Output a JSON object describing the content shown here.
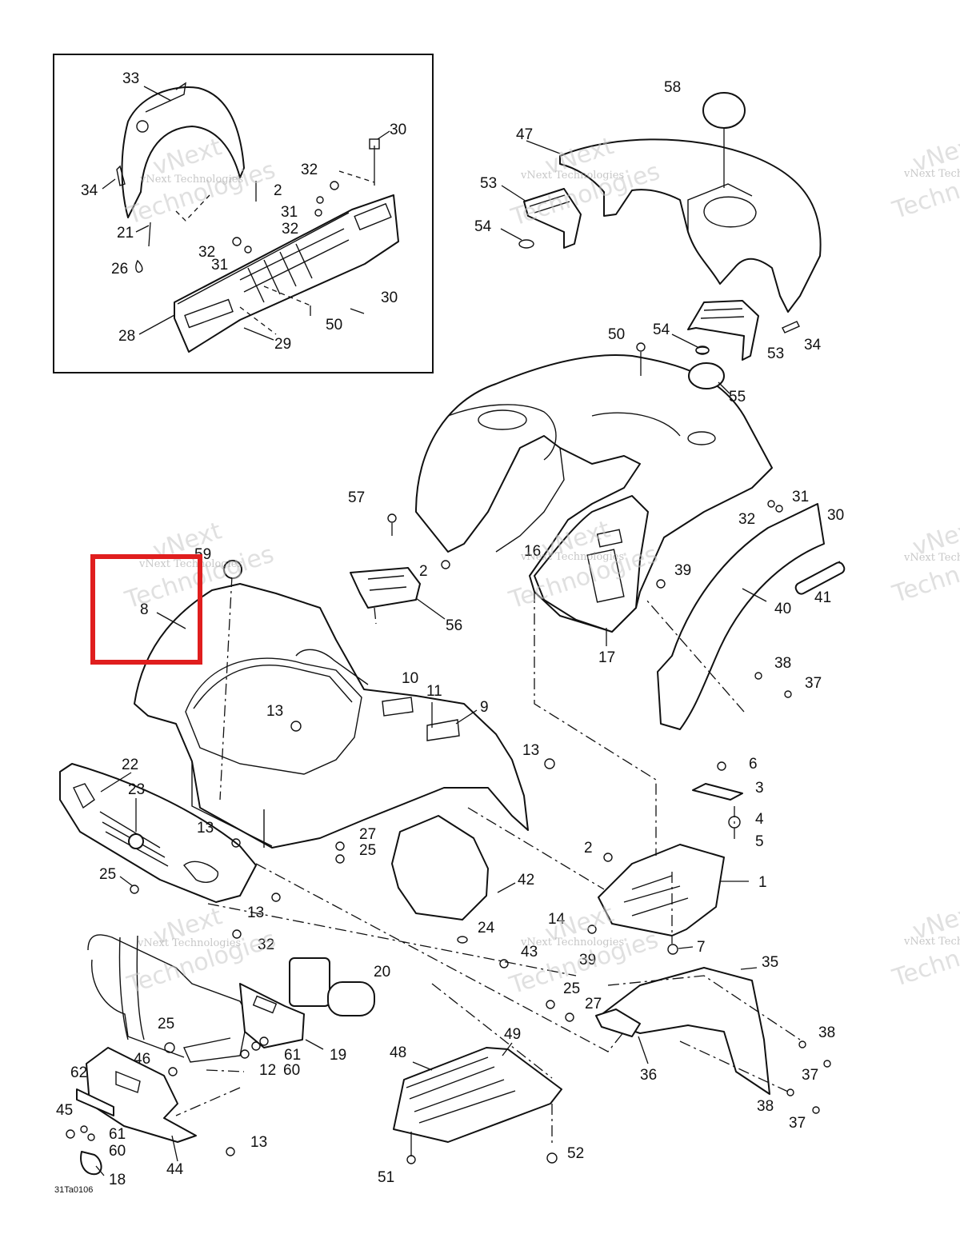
{
  "watermark": {
    "line1": "vNext",
    "line2": "Technologies",
    "small": "vNext Technologies"
  },
  "drawing_code": "31Ta0106",
  "highlight_color": "#e01e1e",
  "labels": {
    "n33": "33",
    "n30a": "30",
    "n32a": "32",
    "n2a": "2",
    "n34a": "34",
    "n31a": "31",
    "n32b": "32",
    "n21": "21",
    "n26": "26",
    "n32c": "32",
    "n31b": "31",
    "n30b": "30",
    "n50a": "50",
    "n28": "28",
    "n29": "29",
    "n58": "58",
    "n47": "47",
    "n53a": "53",
    "n54a": "54",
    "n50b": "50",
    "n54b": "54",
    "n53b": "53",
    "n34b": "34",
    "n55": "55",
    "n57": "57",
    "n59": "59",
    "n8": "8",
    "n2b": "2",
    "n56": "56",
    "n16": "16",
    "n39a": "39",
    "n17": "17",
    "n31c": "31",
    "n32d": "32",
    "n30c": "30",
    "n41": "41",
    "n40": "40",
    "n38a": "38",
    "n37a": "37",
    "n10": "10",
    "n11": "11",
    "n9": "9",
    "n13a": "13",
    "n13b": "13",
    "n22": "22",
    "n23": "23",
    "n13c": "13",
    "n27a": "27",
    "n25a": "25",
    "n25b": "25",
    "n13d": "13",
    "n32e": "32",
    "n6": "6",
    "n3": "3",
    "n4": "4",
    "n5": "5",
    "n2c": "2",
    "n1": "1",
    "n42": "42",
    "n14": "14",
    "n7": "7",
    "n24": "24",
    "n43": "43",
    "n39b": "39",
    "n35": "35",
    "n20": "20",
    "n25c": "25",
    "n27b": "27",
    "n38b": "38",
    "n36": "36",
    "n37b": "37",
    "n38c": "38",
    "n37c": "37",
    "n25d": "25",
    "n46": "46",
    "n12": "12",
    "n60a": "60",
    "n61a": "61",
    "n19": "19",
    "n62": "62",
    "n45": "45",
    "n61b": "61",
    "n60b": "60",
    "n44": "44",
    "n13e": "13",
    "n18": "18",
    "n48": "48",
    "n49": "49",
    "n51": "51",
    "n52": "52"
  }
}
